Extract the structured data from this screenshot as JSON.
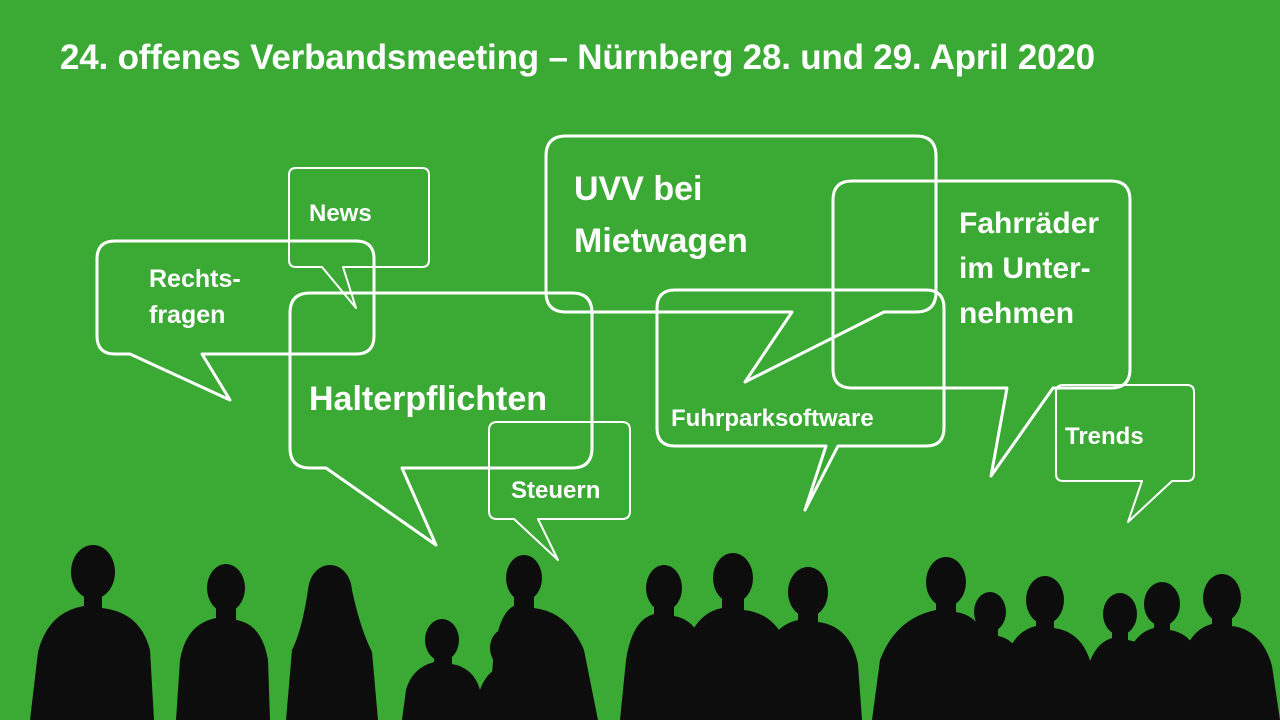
{
  "slide": {
    "title": "24. offenes Verbandsmeeting – Nürnberg 28. und 29. April 2020",
    "bubbles": {
      "news": "News",
      "rechtsfragen_l1": "Rechts-",
      "rechtsfragen_l2": "fragen",
      "halterpflichten": "Halterpflichten",
      "steuern": "Steuern",
      "uvv_l1": "UVV bei",
      "uvv_l2": "Mietwagen",
      "fuhrparksoftware": "Fuhrparksoftware",
      "fahrraeder_l1": "Fahrräder",
      "fahrraeder_l2": "im Unter-",
      "fahrraeder_l3": "nehmen",
      "trends": "Trends"
    }
  },
  "colors": {
    "background": "#3aaa35",
    "bubble_stroke": "#ffffff",
    "text": "#ffffff",
    "silhouette": "#0d0d0d"
  }
}
